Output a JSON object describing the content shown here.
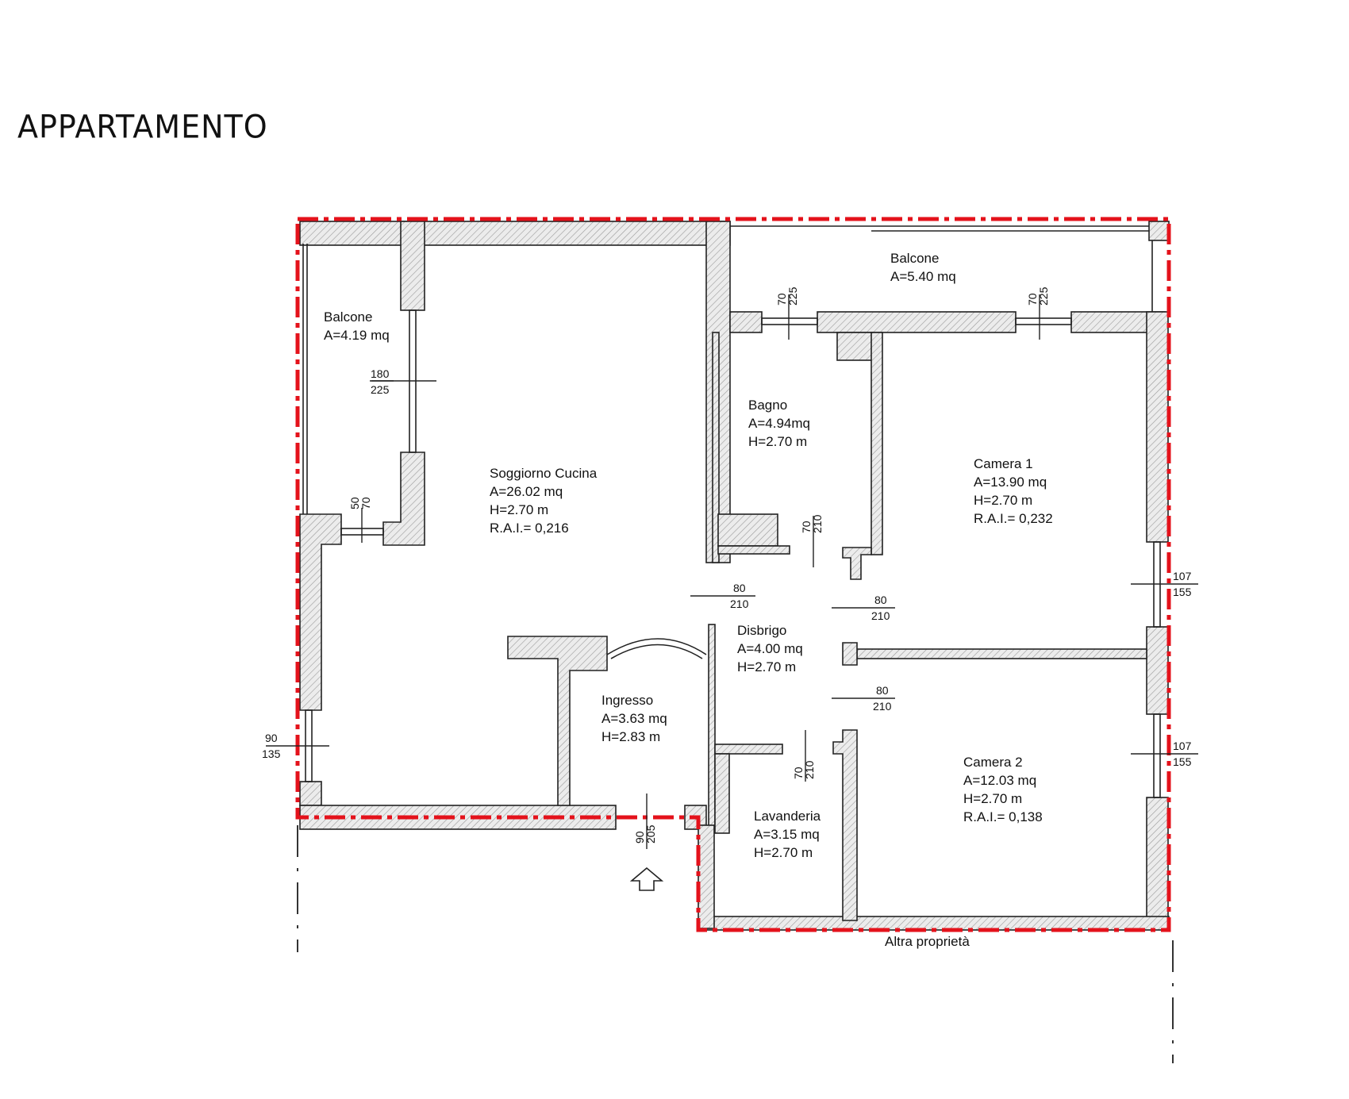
{
  "title": "APPARTAMENTO",
  "colors": {
    "boundary": "#e4121b",
    "wall_stroke": "#222222",
    "background": "#ffffff"
  },
  "rooms": {
    "balcone_left": {
      "name": "Balcone",
      "area": "A=4.19 mq"
    },
    "balcone_top": {
      "name": "Balcone",
      "area": "A=5.40 mq"
    },
    "soggiorno": {
      "name": "Soggiorno Cucina",
      "area": "A=26.02 mq",
      "height": "H=2.70 m",
      "rai": "R.A.I.= 0,216"
    },
    "bagno": {
      "name": "Bagno",
      "area": "A=4.94mq",
      "height": "H=2.70 m"
    },
    "camera1": {
      "name": "Camera 1",
      "area": "A=13.90 mq",
      "height": "H=2.70 m",
      "rai": "R.A.I.= 0,232"
    },
    "disbrigo": {
      "name": "Disbrigo",
      "area": "A=4.00 mq",
      "height": "H=2.70 m"
    },
    "ingresso": {
      "name": "Ingresso",
      "area": "A=3.63 mq",
      "height": "H=2.83 m"
    },
    "camera2": {
      "name": "Camera 2",
      "area": "A=12.03 mq",
      "height": "H=2.70 m",
      "rai": "R.A.I.= 0,138"
    },
    "lavanderia": {
      "name": "Lavanderia",
      "area": "A=3.15 mq",
      "height": "H=2.70 m"
    }
  },
  "openings": {
    "balcone_window": {
      "w": "180",
      "h": "225"
    },
    "top_window_1": {
      "w": "70",
      "h": "225"
    },
    "top_window_2": {
      "w": "70",
      "h": "225"
    },
    "left_small": {
      "w": "50",
      "h": "70"
    },
    "bagno_door": {
      "w": "70",
      "h": "210"
    },
    "soggiorno_door": {
      "w": "80",
      "h": "210"
    },
    "camera1_door": {
      "w": "80",
      "h": "210"
    },
    "camera2_door": {
      "w": "80",
      "h": "210"
    },
    "lavanderia_door": {
      "w": "70",
      "h": "210"
    },
    "camera1_window": {
      "w": "107",
      "h": "155"
    },
    "camera2_window": {
      "w": "107",
      "h": "155"
    },
    "left_window": {
      "w": "90",
      "h": "135"
    },
    "entrance_door": {
      "w": "90",
      "h": "205"
    }
  },
  "labels": {
    "altra_proprieta": "Altra proprietà"
  }
}
